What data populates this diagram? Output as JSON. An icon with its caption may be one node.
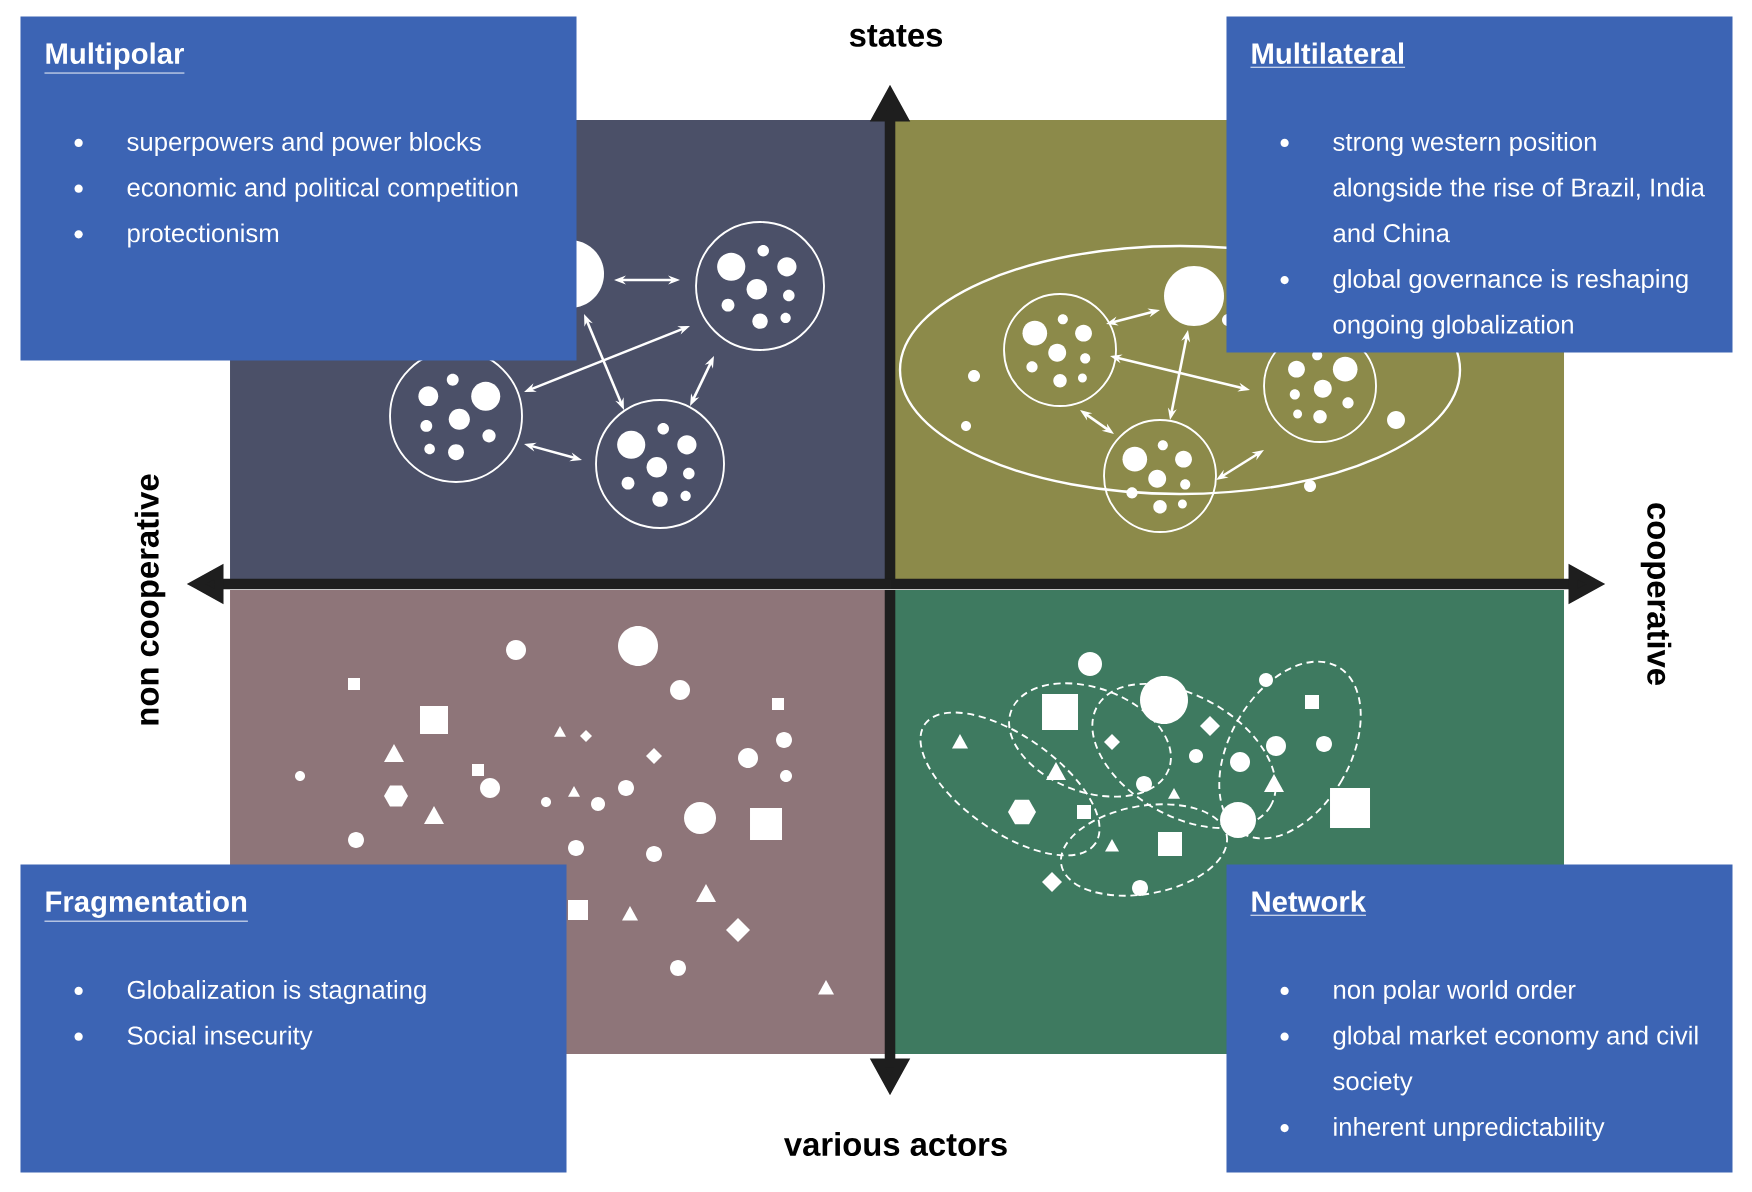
{
  "diagram": {
    "nodes": [
      {
        "text": [
          "Multipolar",
          "superpowers and power blocks",
          "economic and political competition",
          "protectionism"
        ]
      },
      {
        "text": [
          "Multilateral",
          "strong western position alongside the rise of Brazil, India and China",
          "global governance is reshaping ongoing globalization"
        ]
      },
      {
        "text": [
          "Fragmentation",
          "Globalization is stagnating",
          "Social insecurity"
        ]
      },
      {
        "text": [
          "Network",
          "non polar world order",
          "global market economy and civil society",
          "inherent unpredictability"
        ]
      }
    ],
    "labels": [
      "states",
      "non cooperative",
      "cooperative",
      "various actors"
    ]
  }
}
